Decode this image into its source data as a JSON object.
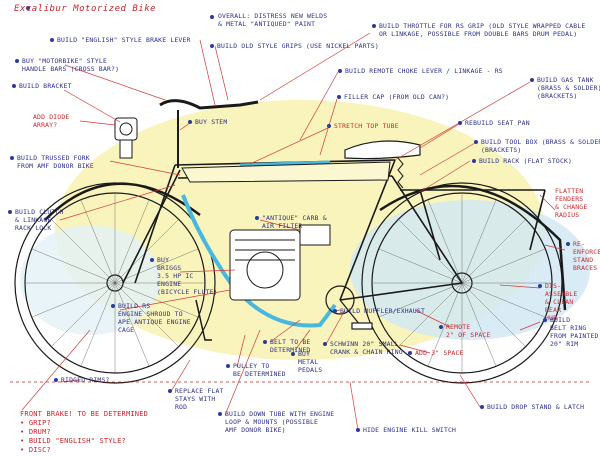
{
  "title": "Excalibur Motorized Bike",
  "labels": {
    "overall": "Overall: Distress new welds\n& metal \"antiqued\" paint",
    "english_brake": "Build \"English\" style brake lever",
    "old_grips": "Build old style grips (use nickel parts)",
    "throttle": "Build throttle for RS grip (old style wrapped cable\nor linkage, possible from double bars drum pedal)",
    "motorbike_bars": "Buy \"motorbike\" style\nhandle bars (cross bar?)",
    "remote_choke": "Build remote choke lever / linkage - RS",
    "gas_tank": "Build gas tank\n(brass & solder)\n(brackets)",
    "bracket": "Build bracket",
    "filler_cap": "Filler cap (from old can?)",
    "diode": "Add diode\narray?",
    "stem": "Buy stem",
    "stretch_top_tube": "Stretch top tube",
    "seat_pan": "Rebuild seat pan",
    "tool_box": "Build tool box (brass & solder)\n(brackets)",
    "trussed_fork": "Build trussed fork\nfrom AMF donor bike",
    "rack": "Build rack (flat stock)",
    "flatten_fenders": "Flatten\nfenders\n& change\nradius",
    "clutch": "Build clutch\n& linkage\nrack lock",
    "antique_carb": "\"Antique\" carb &\nair filter",
    "reinforce_stand": "Re-\nenforce\nstand\nbraces",
    "briggs": "Buy\nBriggs\n3.5 HP IC\nengine\n(bicycle flute)",
    "disassemble_hub": "Dis-\nassemble\n& clean\nrear\nhub",
    "engine_shroud": "Build RS\nengine shroud to\nape antique engine\ncage",
    "belt_determined": "Belt to be\ndetermined",
    "remote_space": "Remote\n2\" of space",
    "belt_ring": "Build\nbelt ring\nfrom painted\n20\" rim",
    "add_space": "Add 3\" space",
    "build_muffler": "Build muffler/exhaust",
    "schwinn": "Schwinn 20\" small\ncrank & chain ring",
    "metal_pedals": "Buy\nmetal\npedals",
    "pulley": "Pulley to\nbe determined",
    "ridged_rims": "Ridged rims?",
    "flat_stays": "Replace flat\nstays with\nrod",
    "drop_stand": "Build drop stand & latch",
    "down_tube": "Build down tube with engine\nloop & mounts (possible\nAMF donor bike)",
    "kill_switch": "Hide engine kill switch",
    "front_brake": "Front brake! To be determined\n• Grip?\n• Drum?\n• Build \"English\" style?\n• Disc?"
  },
  "colors": {
    "label_blue": "#2b2f86",
    "label_red": "#c8262b",
    "leader_red": "#d43a3a",
    "frame_line": "#1a1a1a",
    "highlight_blue": "#49b8e0",
    "wash_yellow": "#f7f0a6",
    "sky_blue": "#cfe7f4"
  }
}
